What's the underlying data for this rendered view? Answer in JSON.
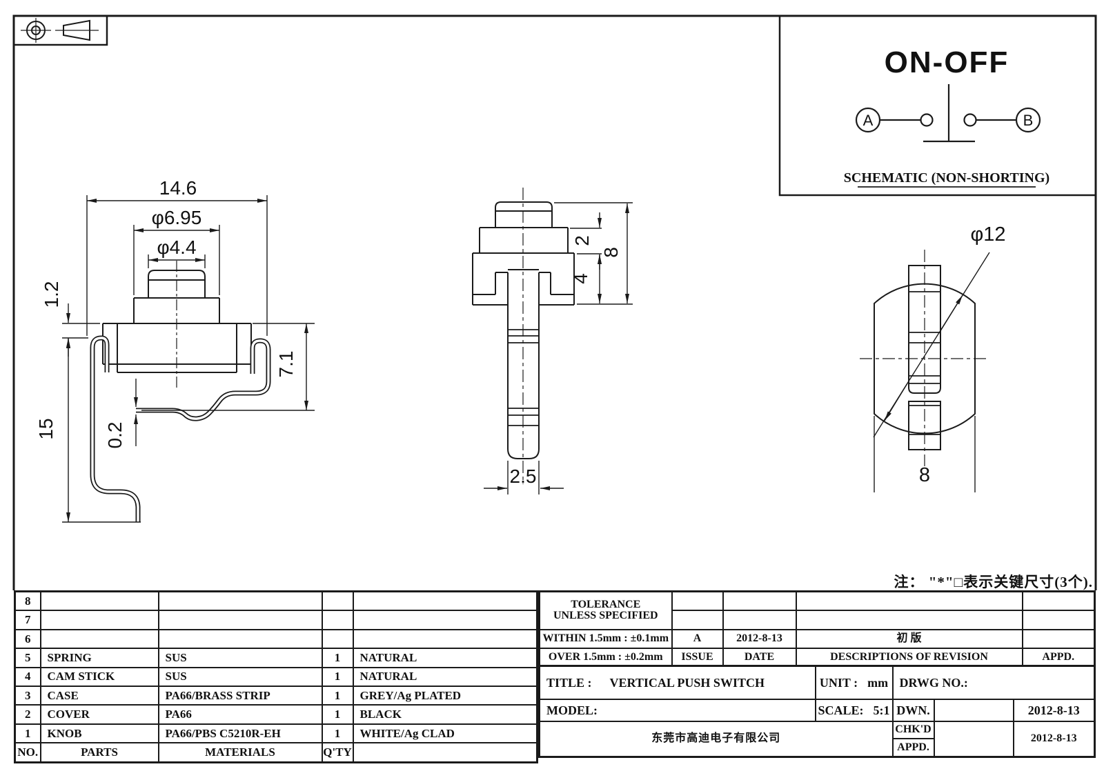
{
  "schematic": {
    "title": "ON-OFF",
    "terminal_a": "A",
    "terminal_b": "B",
    "caption": "SCHEMATIC (NON-SHORTING)"
  },
  "front_view": {
    "dim_width": "14.6",
    "dim_step_dia": "φ6.95",
    "dim_knob_dia": "φ4.4",
    "dim_flange": "1.2",
    "dim_leg": "15",
    "dim_gap": "0.2",
    "dim_height": "7.1"
  },
  "side_view": {
    "dim_step": "2",
    "dim_case": "4",
    "dim_total": "8",
    "dim_stem_width": "2.5"
  },
  "bottom_view": {
    "dim_dia": "φ12",
    "dim_flat": "8"
  },
  "note": "注： \"*\"□表示关键尺寸(3个).",
  "parts_table": {
    "headers": {
      "no": "NO.",
      "parts": "PARTS",
      "materials": "MATERIALS",
      "qty": "Q'TY",
      "color": ""
    },
    "rows": [
      {
        "no": "8",
        "parts": "",
        "materials": "",
        "qty": "",
        "color": ""
      },
      {
        "no": "7",
        "parts": "",
        "materials": "",
        "qty": "",
        "color": ""
      },
      {
        "no": "6",
        "parts": "",
        "materials": "",
        "qty": "",
        "color": ""
      },
      {
        "no": "5",
        "parts": "SPRING",
        "materials": "SUS",
        "qty": "1",
        "color": "NATURAL"
      },
      {
        "no": "4",
        "parts": "CAM STICK",
        "materials": "SUS",
        "qty": "1",
        "color": "NATURAL"
      },
      {
        "no": "3",
        "parts": "CASE",
        "materials": "PA66/BRASS STRIP",
        "qty": "1",
        "color": "GREY/Ag PLATED"
      },
      {
        "no": "2",
        "parts": "COVER",
        "materials": "PA66",
        "qty": "1",
        "color": "BLACK"
      },
      {
        "no": "1",
        "parts": "KNOB",
        "materials": "PA66/PBS C5210R-EH",
        "qty": "1",
        "color": "WHITE/Ag CLAD"
      }
    ]
  },
  "revision_block": {
    "tolerance_line1": "TOLERANCE",
    "tolerance_line2": "UNLESS  SPECIFIED",
    "within": "WITHIN 1.5mm : ±0.1mm",
    "over": "OVER 1.5mm : ±0.2mm",
    "issue_value": "A",
    "date_value": "2012-8-13",
    "revision_value": "初 版",
    "issue_label": "ISSUE",
    "date_label": "DATE",
    "descriptions_label": "DESCRIPTIONS OF REVISION",
    "appd_label": "APPD."
  },
  "title_block": {
    "title_label": "TITLE :",
    "title_value": "VERTICAL PUSH SWITCH",
    "unit_label": "UNIT :",
    "unit_value": "mm",
    "drwg_no_label": "DRWG NO.:",
    "model_label": "MODEL:",
    "scale_label": "SCALE:",
    "scale_value": "5:1",
    "dwn_label": "DWN.",
    "dwn_date": "2012-8-13",
    "chkd_label": "CHK'D",
    "chkd_date": "2012-8-13",
    "appd_label": "APPD.",
    "company": "东莞市高迪电子有限公司"
  }
}
